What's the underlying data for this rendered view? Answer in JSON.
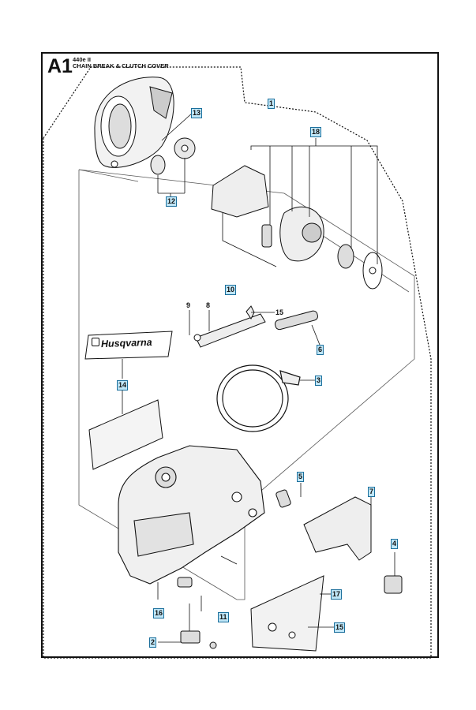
{
  "header": {
    "section": "A1",
    "model": "440e II",
    "title": "CHAIN BREAK & CLUTCH COVER"
  },
  "brand_decal": "Husqvarna",
  "callouts": [
    {
      "id": "1",
      "text": "1",
      "boxed": true
    },
    {
      "id": "2",
      "text": "2",
      "boxed": true
    },
    {
      "id": "3",
      "text": "3",
      "boxed": true
    },
    {
      "id": "4",
      "text": "4",
      "boxed": true
    },
    {
      "id": "5",
      "text": "5",
      "boxed": true
    },
    {
      "id": "6",
      "text": "6",
      "boxed": true
    },
    {
      "id": "7",
      "text": "7",
      "boxed": true
    },
    {
      "id": "8",
      "text": "8",
      "boxed": false
    },
    {
      "id": "9",
      "text": "9",
      "boxed": false
    },
    {
      "id": "10",
      "text": "10",
      "boxed": true
    },
    {
      "id": "11",
      "text": "11",
      "boxed": true
    },
    {
      "id": "12",
      "text": "12",
      "boxed": true
    },
    {
      "id": "13",
      "text": "13",
      "boxed": true
    },
    {
      "id": "14",
      "text": "14",
      "boxed": true
    },
    {
      "id": "15a",
      "text": "15",
      "boxed": false
    },
    {
      "id": "15b",
      "text": "15",
      "boxed": true
    },
    {
      "id": "16",
      "text": "16",
      "boxed": true
    },
    {
      "id": "17",
      "text": "17",
      "boxed": true
    },
    {
      "id": "18",
      "text": "18",
      "boxed": true
    }
  ],
  "colors": {
    "callout_fill": "#bfe6f7",
    "callout_border": "#1b6f9c",
    "line": "#111111"
  }
}
